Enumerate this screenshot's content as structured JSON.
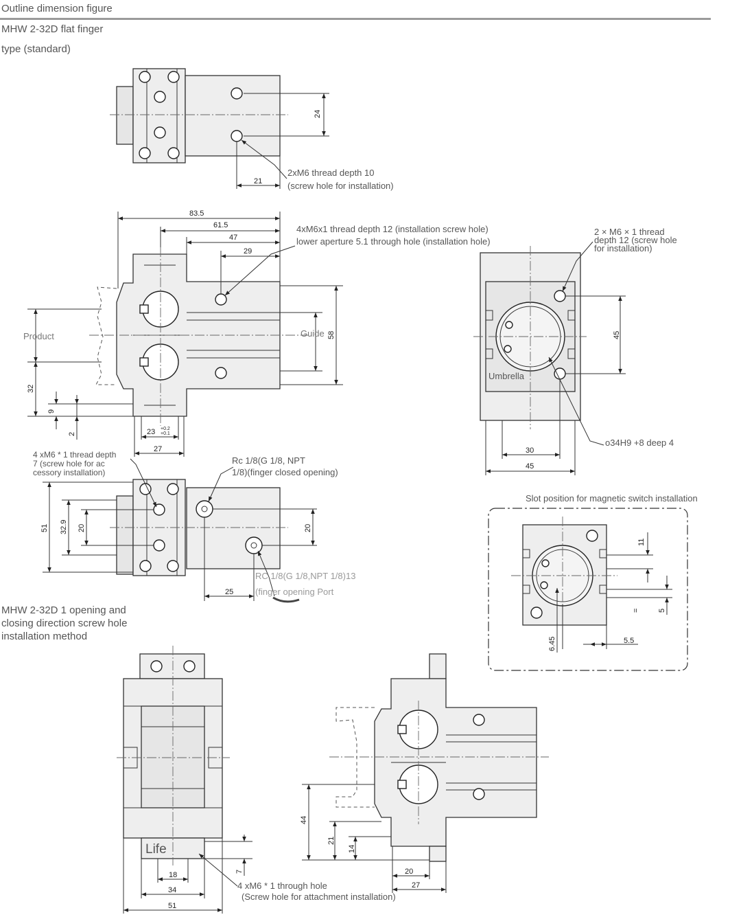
{
  "header": {
    "title": "Outline dimension figure",
    "model_line1": "MHW 2-32D flat finger",
    "model_line2": "type (standard)"
  },
  "section2": {
    "line1": "MHW 2-32D 1 opening and",
    "line2": "closing direction screw hole",
    "line3": "installation method"
  },
  "callouts": {
    "top_note1": "2xM6 thread depth 10",
    "top_note2": "(screw hole for installation)",
    "mid_note1": "4xM6x1 thread depth 12 (installation screw hole)",
    "mid_note2": "lower aperture 5.1 through hole (installation hole)",
    "right_note1": "2 × M6 × 1 thread",
    "right_note2": "depth 12 (screw hole",
    "right_note3": "for installation)",
    "left_note1": "4 xM6 * 1 thread depth",
    "left_note2": "7 (screw hole for ac",
    "left_note3": "cessory installation)",
    "rc_note1": "Rc 1/8(G 1/8, NPT",
    "rc_note2": "1/8)(finger closed opening)",
    "rc2_note1": "RC 1/8(G 1/8,NPT 1/8)13",
    "rc2_note2": "(finger opening Port",
    "bore_note": "o34H9 +8 deep 4",
    "slot_title": "Slot position for magnetic switch installation",
    "bottom_note1": "4 xM6 * 1 through hole",
    "bottom_note2": "(Screw hole for attachment installation)"
  },
  "labels": {
    "product": "Product",
    "guide": "Guide",
    "umbrella": "Umbrella",
    "life": "Life"
  },
  "dims": {
    "d24": "24",
    "d21": "21",
    "d83_5": "83.5",
    "d61_5": "61.5",
    "d47": "47",
    "d29": "29",
    "d58": "58",
    "d32": "32",
    "d9": "9",
    "d2": "2",
    "d23": "23",
    "d23_tol_up": "+0.2",
    "d23_tol_dn": "+0.1",
    "d27": "27",
    "d45v": "45",
    "d30": "30",
    "d45h": "45",
    "d51": "51",
    "d32_9": "32.9",
    "d20a": "20",
    "d20b": "20",
    "d25": "25",
    "d11": "11",
    "d5": "5",
    "d_eq": "=",
    "d6_45": "6.45",
    "d5_5": "5.5",
    "d44": "44",
    "d21b": "21",
    "d14": "14",
    "d20c": "20",
    "d27b": "27",
    "d7": "7",
    "d18": "18",
    "d34": "34",
    "d51b": "51"
  }
}
